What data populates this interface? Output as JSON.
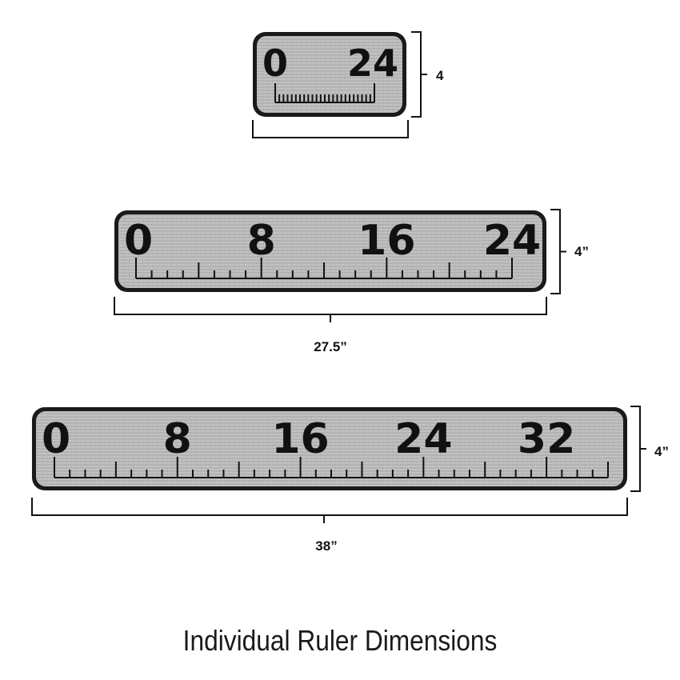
{
  "caption": "Individual Ruler Dimensions",
  "colors": {
    "board": "#b9b9b9",
    "border": "#1a1a1a",
    "ink": "#111111",
    "grain": "#a4a4a4"
  },
  "rulers": [
    {
      "name": "small",
      "labels": [
        "0",
        "24"
      ],
      "height_label": "4",
      "width_label": ""
    },
    {
      "name": "medium",
      "labels": [
        "0",
        "8",
        "16",
        "24"
      ],
      "height_label": "4”",
      "width_label": "27.5”"
    },
    {
      "name": "large",
      "labels": [
        "0",
        "8",
        "16",
        "24",
        "32"
      ],
      "height_label": "4”",
      "width_label": "38”"
    }
  ]
}
